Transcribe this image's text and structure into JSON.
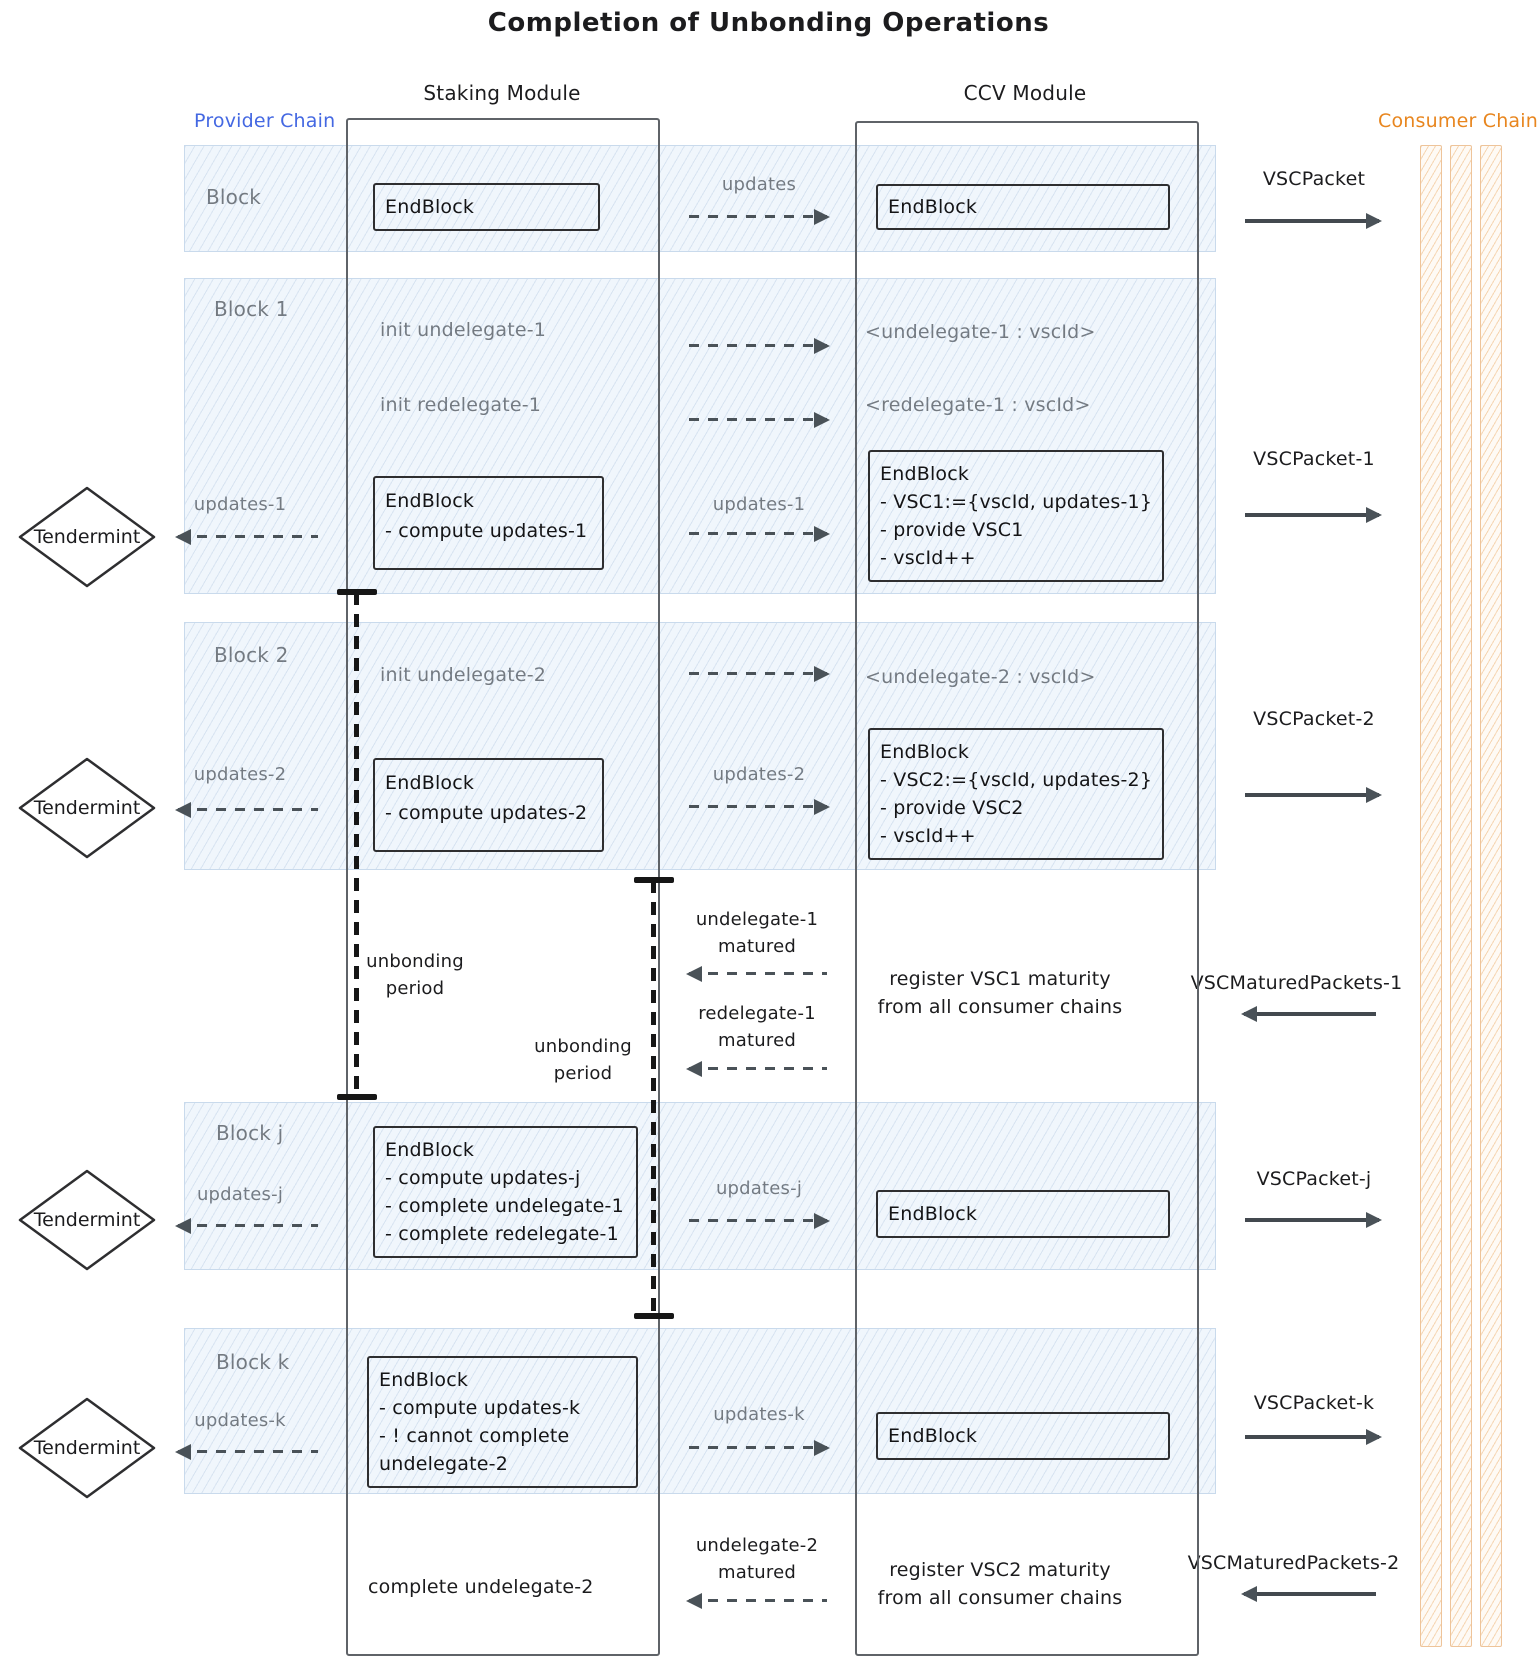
{
  "title": "Completion of Unbonding Operations",
  "headers": {
    "staking_module": "Staking Module",
    "ccv_module": "CCV Module",
    "provider_chain": "Provider Chain",
    "consumer_chains": "Consumer Chains"
  },
  "colors": {
    "provider_label": "#4468e2",
    "consumer_label": "#e8861f",
    "band_tint": "#dceafa",
    "consumer_bar_tint": "#f5c18a",
    "arrow": "#4a5258",
    "ink": "#1c1c1e"
  },
  "tendermint": {
    "label": "Tendermint"
  },
  "unbonding": {
    "line1": "unbonding",
    "line2": "period"
  },
  "block0": {
    "label": "Block",
    "staking_endblock": "EndBlock",
    "updates": "updates",
    "ccv_endblock": "EndBlock",
    "packet": "VSCPacket"
  },
  "block1": {
    "label": "Block 1",
    "init_undelegate": "init undelegate-1",
    "init_redelegate": "init redelegate-1",
    "map_undelegate": "<undelegate-1 : vscId>",
    "map_redelegate": "<redelegate-1 : vscId>",
    "updates_left": "updates-1",
    "updates_mid": "updates-1",
    "endblock": [
      "EndBlock",
      "- compute updates-1"
    ],
    "ccv_endblock": [
      "EndBlock",
      "- VSC1:={vscId, updates-1}",
      "- provide VSC1",
      "- vscId++"
    ],
    "packet": "VSCPacket-1"
  },
  "block2": {
    "label": "Block 2",
    "init_undelegate": "init undelegate-2",
    "map_undelegate": "<undelegate-2 : vscId>",
    "updates_left": "updates-2",
    "updates_mid": "updates-2",
    "endblock": [
      "EndBlock",
      "- compute updates-2"
    ],
    "ccv_endblock": [
      "EndBlock",
      "- VSC2:={vscId, updates-2}",
      "- provide VSC2",
      "- vscId++"
    ],
    "packet": "VSCPacket-2"
  },
  "maturity1": {
    "undelegate_matured": [
      "undelegate-1",
      "matured"
    ],
    "redelegate_matured": [
      "redelegate-1",
      "matured"
    ],
    "register": [
      "register VSC1 maturity",
      "from all consumer chains"
    ],
    "packet": "VSCMaturedPackets-1"
  },
  "blockj": {
    "label": "Block j",
    "updates_left": "updates-j",
    "updates_mid": "updates-j",
    "endblock": [
      "EndBlock",
      "- compute updates-j",
      "- complete undelegate-1",
      "- complete redelegate-1"
    ],
    "ccv_endblock": "EndBlock",
    "packet": "VSCPacket-j"
  },
  "blockk": {
    "label": "Block k",
    "updates_left": "updates-k",
    "updates_mid": "updates-k",
    "endblock": [
      "EndBlock",
      "- compute updates-k",
      "- ! cannot complete",
      "undelegate-2"
    ],
    "ccv_endblock": "EndBlock",
    "packet": "VSCPacket-k"
  },
  "final": {
    "complete_undelegate": "complete undelegate-2",
    "undelegate_matured": [
      "undelegate-2",
      "matured"
    ],
    "register": [
      "register VSC2 maturity",
      "from all consumer chains"
    ],
    "packet": "VSCMaturedPackets-2"
  }
}
